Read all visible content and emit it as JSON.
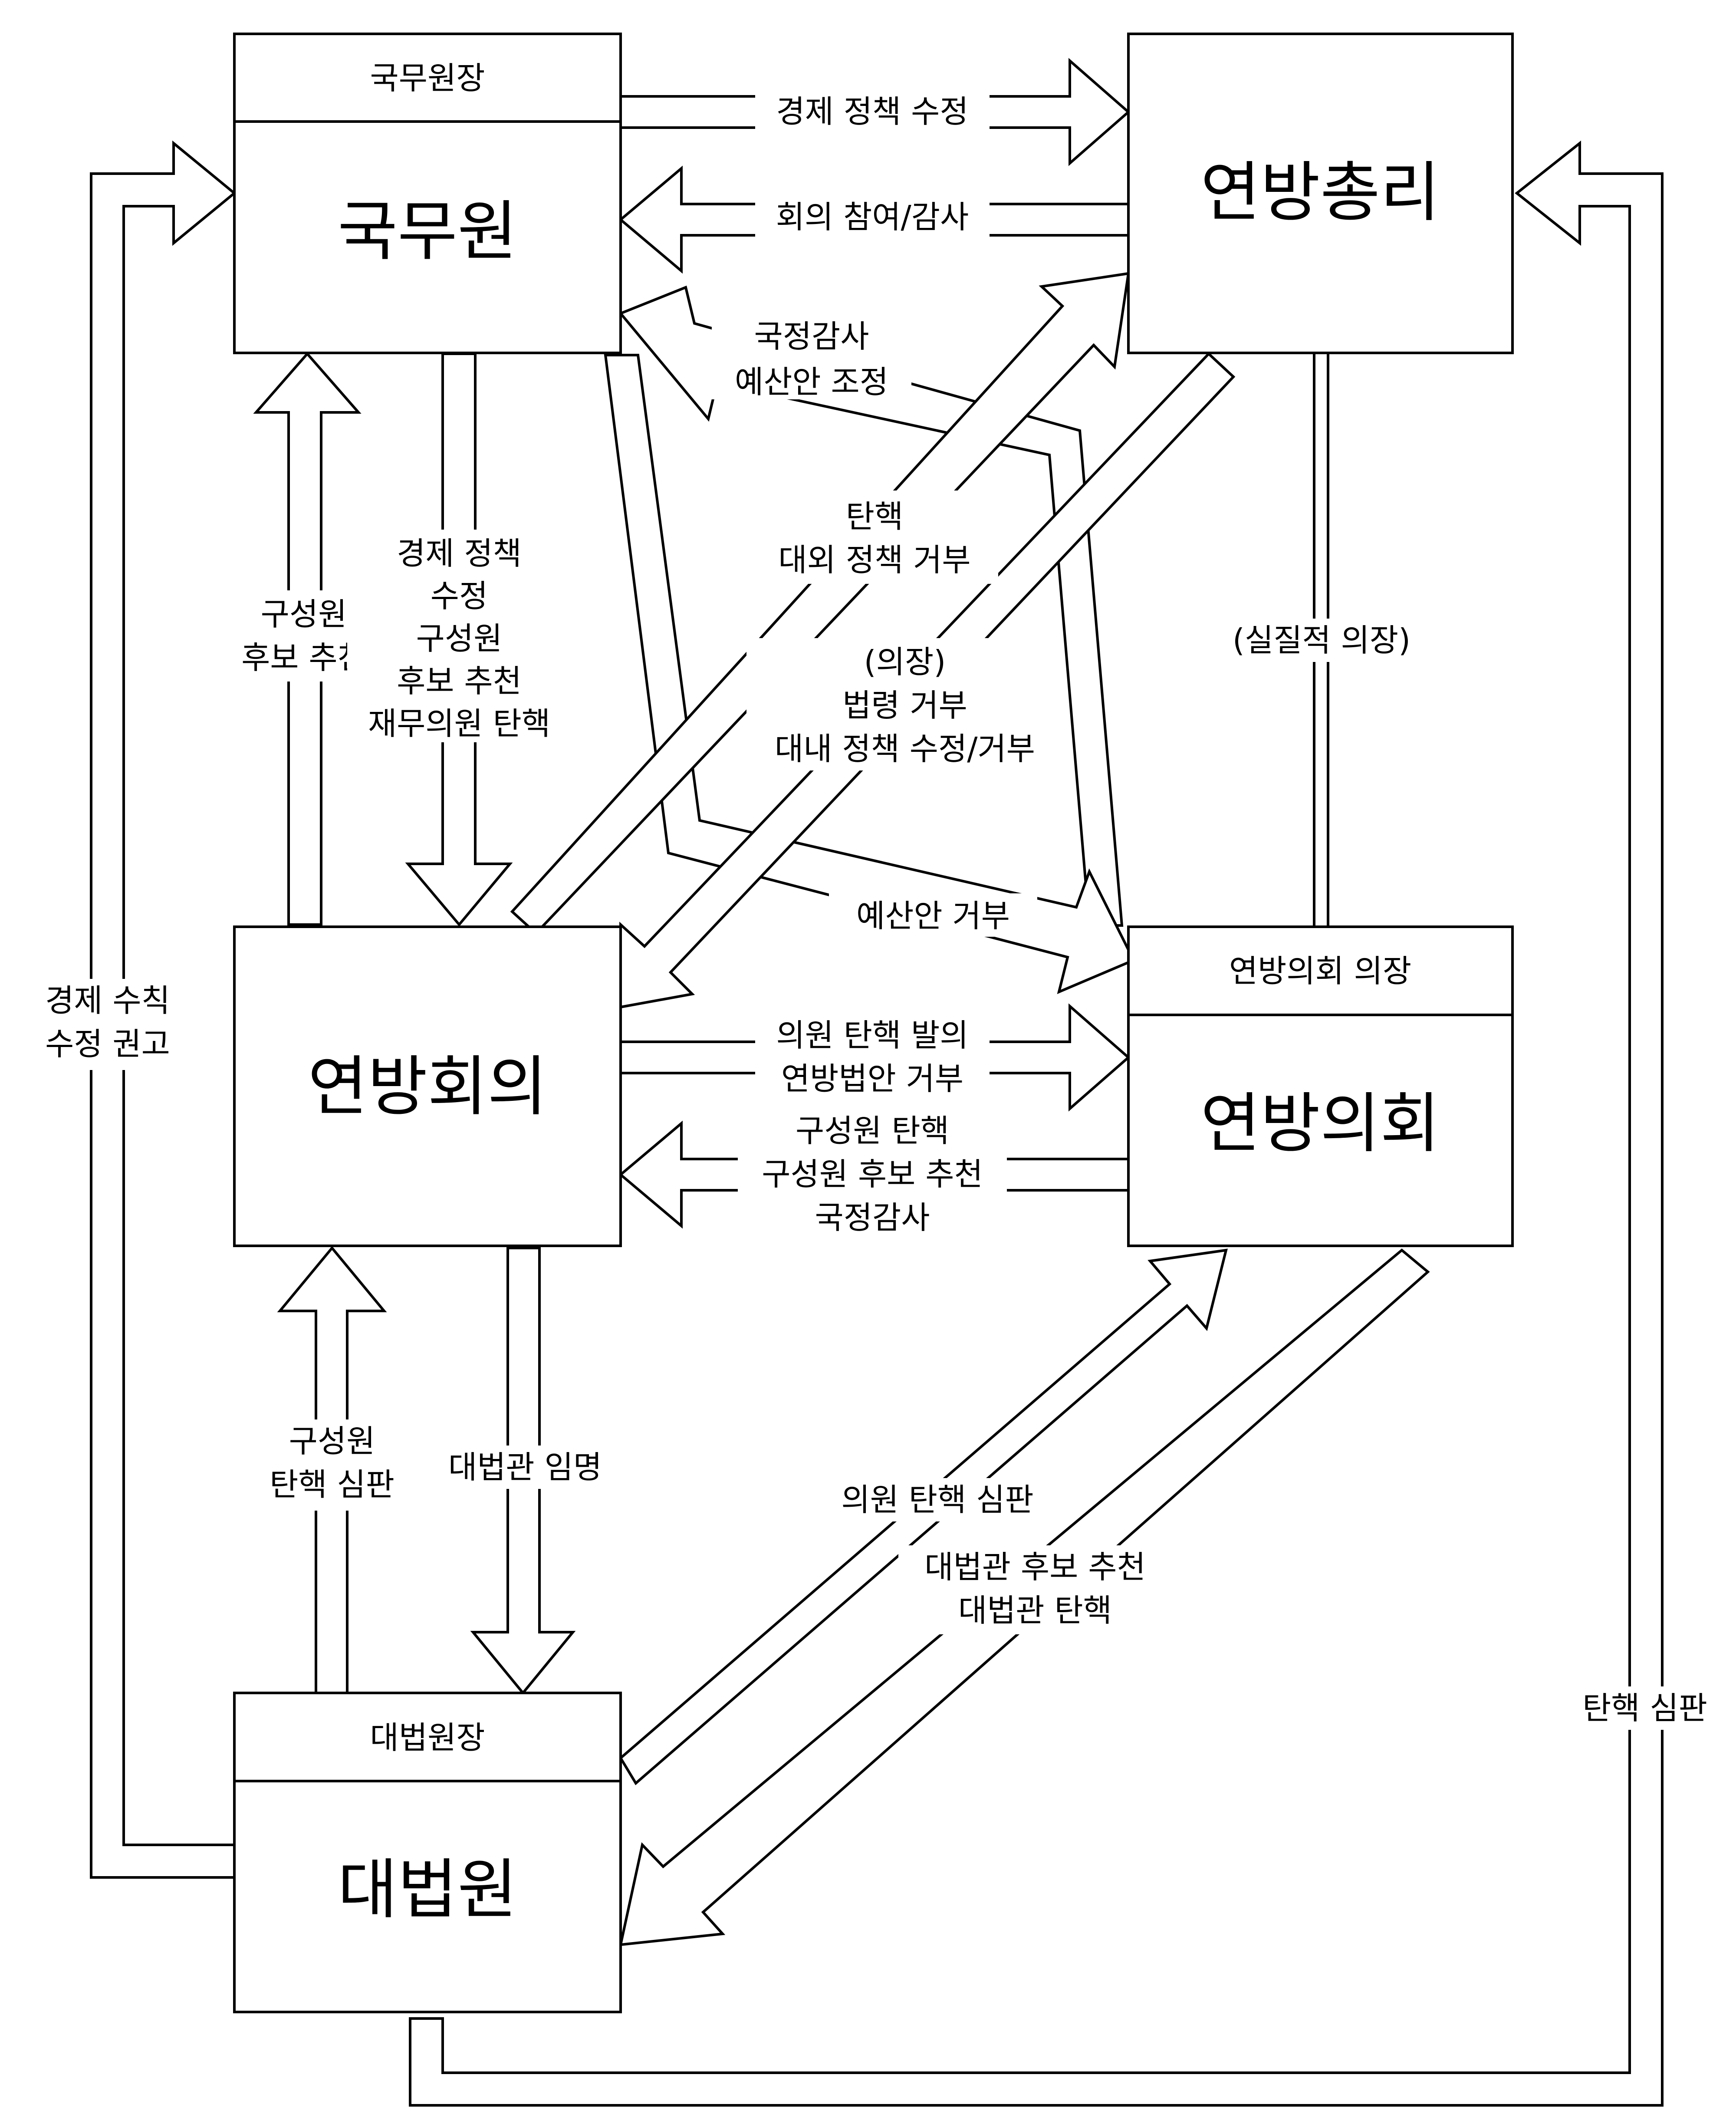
{
  "nodes": {
    "state_council": {
      "header": "국무원장",
      "title": "국무원"
    },
    "chancellor": {
      "title": "연방총리"
    },
    "federal_council": {
      "title": "연방회의"
    },
    "federal_assembly": {
      "header": "연방의회 의장",
      "title": "연방의회"
    },
    "supreme_court": {
      "header": "대법원장",
      "title": "대법원"
    }
  },
  "edges": {
    "council_to_chancellor": [
      "경제 정책 수정"
    ],
    "chancellor_to_council": [
      "회의 참여/감사"
    ],
    "assembly_to_council_audit": [
      "국정감사",
      "예산안 조정"
    ],
    "fedcouncil_to_council": [
      "구성원",
      "후보 추천"
    ],
    "council_to_fedcouncil": [
      "경제 정책",
      "수정",
      "구성원",
      "후보 추천",
      "재무의원 탄핵"
    ],
    "fedcouncil_to_chancellor": [
      "탄핵",
      "대외 정책 거부"
    ],
    "chancellor_to_fedcouncil": [
      "(의장)",
      "법령 거부",
      "대내 정책 수정/거부"
    ],
    "council_to_assembly": [
      "예산안 거부"
    ],
    "chancellor_assembly_link": [
      "(실질적 의장)"
    ],
    "fedcouncil_to_assembly": [
      "의원 탄핵 발의",
      "연방법안 거부"
    ],
    "assembly_to_fedcouncil": [
      "구성원 탄핵",
      "구성원 후보 추천",
      "국정감사"
    ],
    "court_to_fedcouncil": [
      "구성원",
      "탄핵 심판"
    ],
    "fedcouncil_to_court": [
      "대법관 임명"
    ],
    "court_to_assembly": [
      "의원 탄핵 심판"
    ],
    "assembly_to_court": [
      "대법관 후보 추천",
      "대법관 탄핵"
    ],
    "court_to_council": [
      "경제 수칙",
      "수정 권고"
    ],
    "court_to_chancellor": [
      "탄핵 심판"
    ]
  }
}
